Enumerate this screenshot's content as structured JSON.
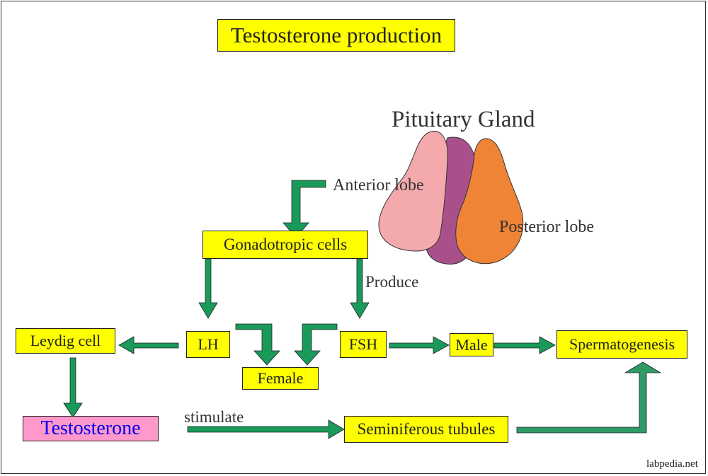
{
  "title": "Testosterone production",
  "gland": {
    "title": "Pituitary Gland",
    "anterior_label": "Anterior lobe",
    "posterior_label": "Posterior lobe"
  },
  "nodes": {
    "gonadotropic": "Gonadotropic cells",
    "produce": "Produce",
    "lh": "LH",
    "fsh": "FSH",
    "leydig": "Leydig cell",
    "female": "Female",
    "male": "Male",
    "spermatogenesis": "Spermatogenesis",
    "testosterone": "Testosterone",
    "stimulate": "stimulate",
    "seminiferous": "Seminiferous tubules"
  },
  "watermark": "labpedia.net",
  "colors": {
    "box_fill": "#ffff00",
    "arrow": "#1a9a5a",
    "testosterone_box": "#ff99cc",
    "testosterone_text": "#0000ee",
    "anterior_lobe": "#f4a9ad",
    "middle_lobe": "#a9508a",
    "posterior_lobe": "#f08436"
  }
}
